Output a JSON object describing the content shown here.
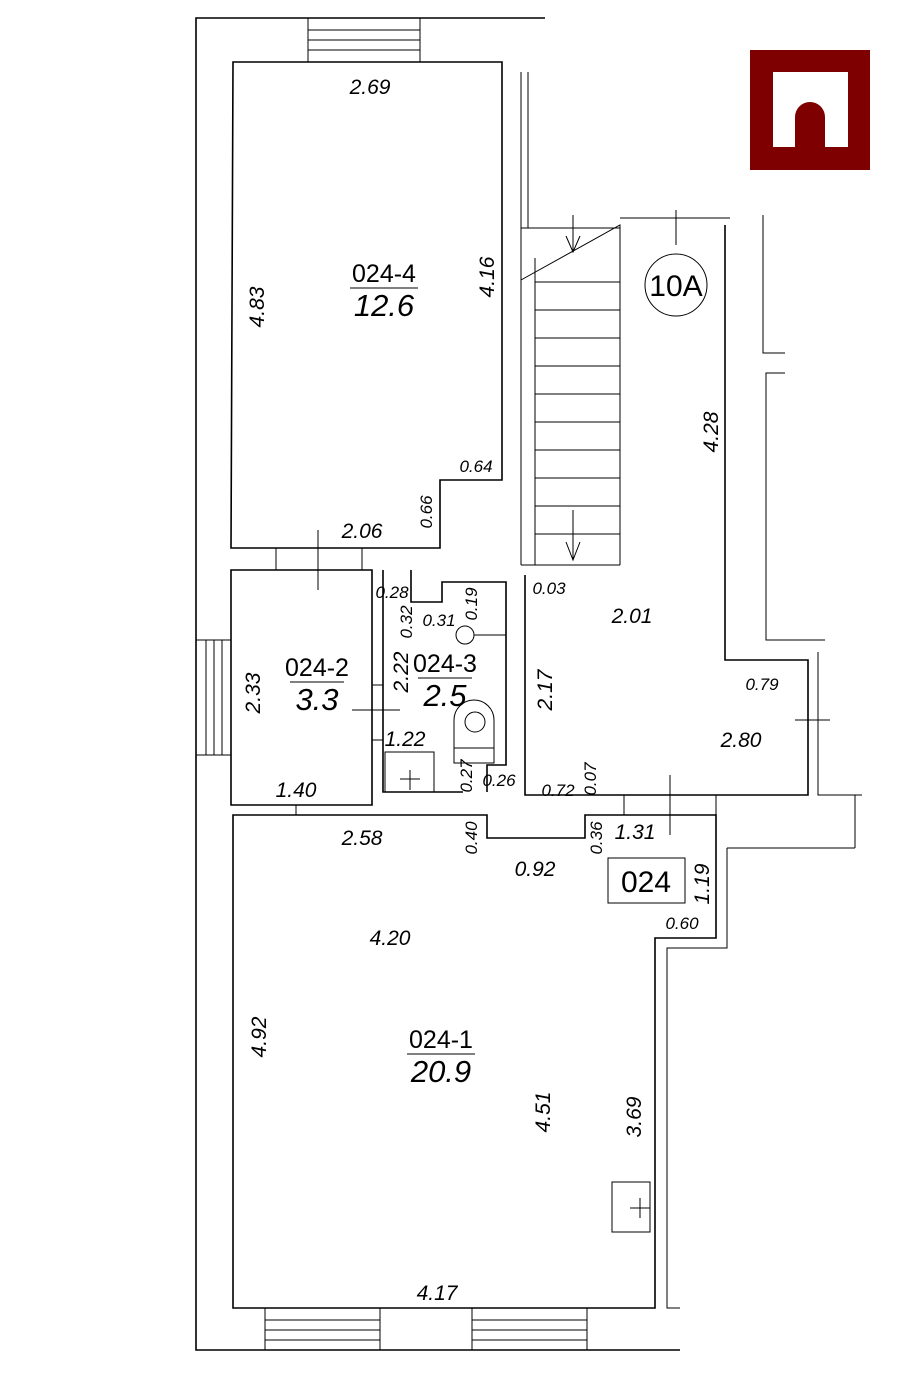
{
  "logo": {
    "color": "#7f0000",
    "name": "building-arch-logo"
  },
  "stair_label": "10A",
  "apartment_label": "024",
  "rooms": [
    {
      "id": "024-4",
      "area": "12.6"
    },
    {
      "id": "024-2",
      "area": "3.3"
    },
    {
      "id": "024-3",
      "area": "2.5"
    },
    {
      "id": "024-1",
      "area": "20.9"
    }
  ],
  "dimensions": {
    "r4_top": "2.69",
    "r4_left": "4.83",
    "r4_right": "4.16",
    "r4_notch_w": "0.64",
    "r4_notch_h": "0.66",
    "r4_bottom": "2.06",
    "r2_left": "2.33",
    "r2_bottom": "1.40",
    "r3_a": "0.28",
    "r3_b": "0.32",
    "r3_c": "0.31",
    "r3_d": "0.19",
    "r3_left": "2.22",
    "r3_e": "1.22",
    "r3_f": "0.27",
    "r3_g": "0.26",
    "hall_a": "0.03",
    "hall_b": "2.01",
    "hall_c": "2.17",
    "hall_d": "4.28",
    "hall_e": "0.79",
    "hall_f": "2.80",
    "hall_g": "0.72",
    "hall_h": "0.07",
    "r1_a": "2.58",
    "r1_b": "0.40",
    "r1_c": "0.92",
    "r1_d": "0.36",
    "r1_e": "1.31",
    "r1_f": "1.19",
    "r1_g": "0.60",
    "r1_h": "4.20",
    "r1_left": "4.92",
    "r1_i": "4.51",
    "r1_j": "3.69",
    "r1_bottom": "4.17"
  }
}
